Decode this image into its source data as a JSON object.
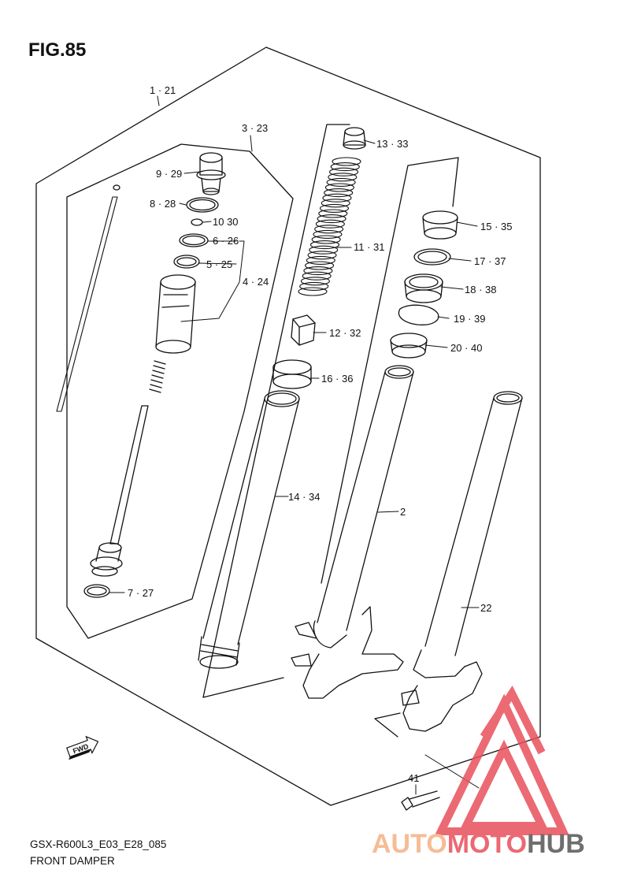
{
  "figure": {
    "title": "FIG.85",
    "model_code": "GSX-R600L3_E03_E28_085",
    "caption": "FRONT DAMPER"
  },
  "callouts": [
    {
      "id": "c1",
      "label": "1 · 21"
    },
    {
      "id": "c3",
      "label": "3 · 23"
    },
    {
      "id": "c9",
      "label": "9 · 29"
    },
    {
      "id": "c8",
      "label": "8 · 28"
    },
    {
      "id": "c10",
      "label": "10 30"
    },
    {
      "id": "c6",
      "label": "6 · 26"
    },
    {
      "id": "c5",
      "label": "5 · 25"
    },
    {
      "id": "c4",
      "label": "4 · 24"
    },
    {
      "id": "c7",
      "label": "7 · 27"
    },
    {
      "id": "c13",
      "label": "13 · 33"
    },
    {
      "id": "c11",
      "label": "11 · 31"
    },
    {
      "id": "c12",
      "label": "12 · 32"
    },
    {
      "id": "c16",
      "label": "16 · 36"
    },
    {
      "id": "c14",
      "label": "14 · 34"
    },
    {
      "id": "c15",
      "label": "15 · 35"
    },
    {
      "id": "c17",
      "label": "17 · 37"
    },
    {
      "id": "c18",
      "label": "18 · 38"
    },
    {
      "id": "c19",
      "label": "19 · 39"
    },
    {
      "id": "c20",
      "label": "20 · 40"
    },
    {
      "id": "c2",
      "label": "2"
    },
    {
      "id": "c22",
      "label": "22"
    },
    {
      "id": "c41",
      "label": "41"
    }
  ],
  "fwd_arrow": "FWD",
  "watermark": {
    "text_part1": "AUTO",
    "text_part2": "MOTO",
    "text_part3": "HUB",
    "color_part1": "#f5b183",
    "color_part2": "#e8505b",
    "color_part3": "#555555",
    "triangle_color": "#e8505b"
  }
}
